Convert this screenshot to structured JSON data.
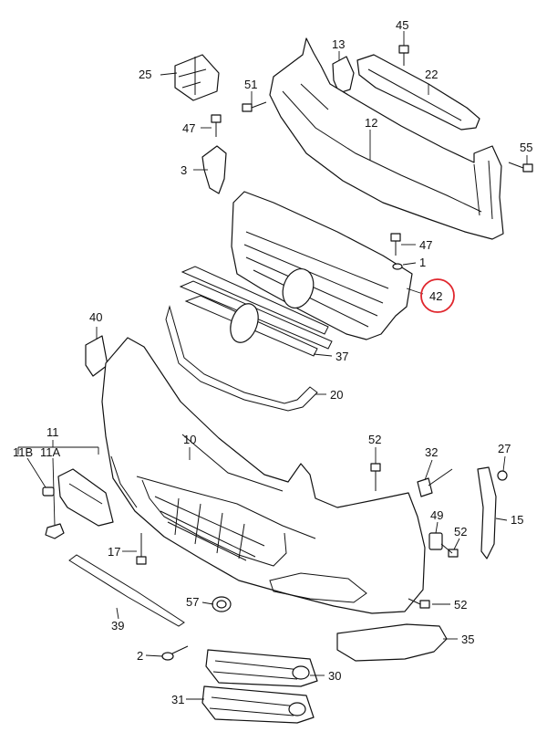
{
  "diagram": {
    "highlight_color": "#e0262d",
    "line_color": "#111111",
    "callouts": [
      {
        "id": "c45",
        "text": "45"
      },
      {
        "id": "c13",
        "text": "13"
      },
      {
        "id": "c25",
        "text": "25"
      },
      {
        "id": "c51a",
        "text": "51"
      },
      {
        "id": "c22",
        "text": "22"
      },
      {
        "id": "c47a",
        "text": "47"
      },
      {
        "id": "c12",
        "text": "12"
      },
      {
        "id": "c55",
        "text": "55"
      },
      {
        "id": "c3",
        "text": "3"
      },
      {
        "id": "c47b",
        "text": "47"
      },
      {
        "id": "c1",
        "text": "1"
      },
      {
        "id": "c42",
        "text": "42"
      },
      {
        "id": "c40",
        "text": "40"
      },
      {
        "id": "c37",
        "text": "37"
      },
      {
        "id": "c20",
        "text": "20"
      },
      {
        "id": "c11",
        "text": "11"
      },
      {
        "id": "c11b",
        "text": "11B"
      },
      {
        "id": "c11a",
        "text": "11A"
      },
      {
        "id": "c10",
        "text": "10"
      },
      {
        "id": "c52a",
        "text": "52"
      },
      {
        "id": "c32",
        "text": "32"
      },
      {
        "id": "c27",
        "text": "27"
      },
      {
        "id": "c15",
        "text": "15"
      },
      {
        "id": "c49",
        "text": "49"
      },
      {
        "id": "c52b",
        "text": "52"
      },
      {
        "id": "c17",
        "text": "17"
      },
      {
        "id": "c57",
        "text": "57"
      },
      {
        "id": "c52c",
        "text": "52"
      },
      {
        "id": "c39",
        "text": "39"
      },
      {
        "id": "c35",
        "text": "35"
      },
      {
        "id": "c2",
        "text": "2"
      },
      {
        "id": "c30",
        "text": "30"
      },
      {
        "id": "c31",
        "text": "31"
      }
    ]
  }
}
